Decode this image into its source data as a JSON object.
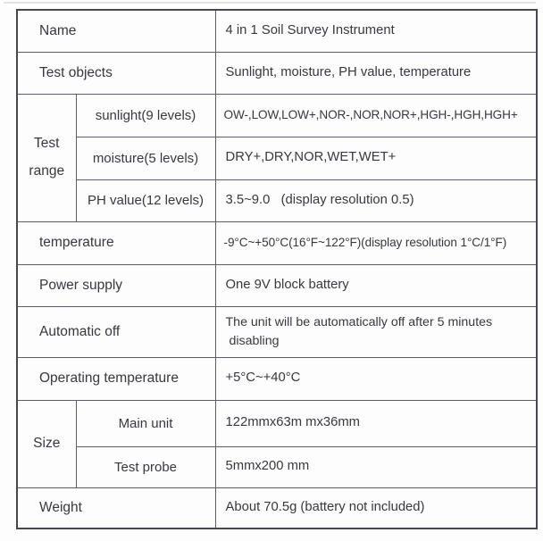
{
  "spec_table": {
    "rows": {
      "name": {
        "label": "Name",
        "value": "4 in 1 Soil Survey Instrument"
      },
      "test_objects": {
        "label": "Test objects",
        "value": "Sunlight, moisture, PH value, temperature"
      },
      "test_range": {
        "label": "Test range",
        "items": [
          {
            "label": "sunlight(9 levels)",
            "value": "OW-,LOW,LOW+,NOR-,NOR,NOR+,HGH-,HGH,HGH+"
          },
          {
            "label": "moisture(5 levels)",
            "value": "DRY+,DRY,NOR,WET,WET+"
          },
          {
            "label": "PH value(12 levels)",
            "value": "3.5~9.0   (display resolution 0.5)"
          }
        ]
      },
      "temperature": {
        "label": "temperature",
        "value": "-9°C~+50°C(16°F~122°F)(display resolution 1°C/1°F)"
      },
      "power_supply": {
        "label": "Power supply",
        "value": "One 9V block battery"
      },
      "automatic_off": {
        "label": "Automatic off",
        "value": "The unit will be automatically off after 5 minutes\n disabling"
      },
      "operating_temperature": {
        "label": "Operating temperature",
        "value": "+5°C~+40°C"
      },
      "size": {
        "label": "Size",
        "items": [
          {
            "label": "Main unit",
            "value": "122mmx63m mx36mm"
          },
          {
            "label": "Test probe",
            "value": "5mmx200 mm"
          }
        ]
      },
      "weight": {
        "label": "Weight",
        "value": "About 70.5g (battery not included)"
      }
    },
    "colors": {
      "border_outer": "#474750",
      "border_inner": "#5d5d66",
      "text": "#38383f"
    }
  }
}
